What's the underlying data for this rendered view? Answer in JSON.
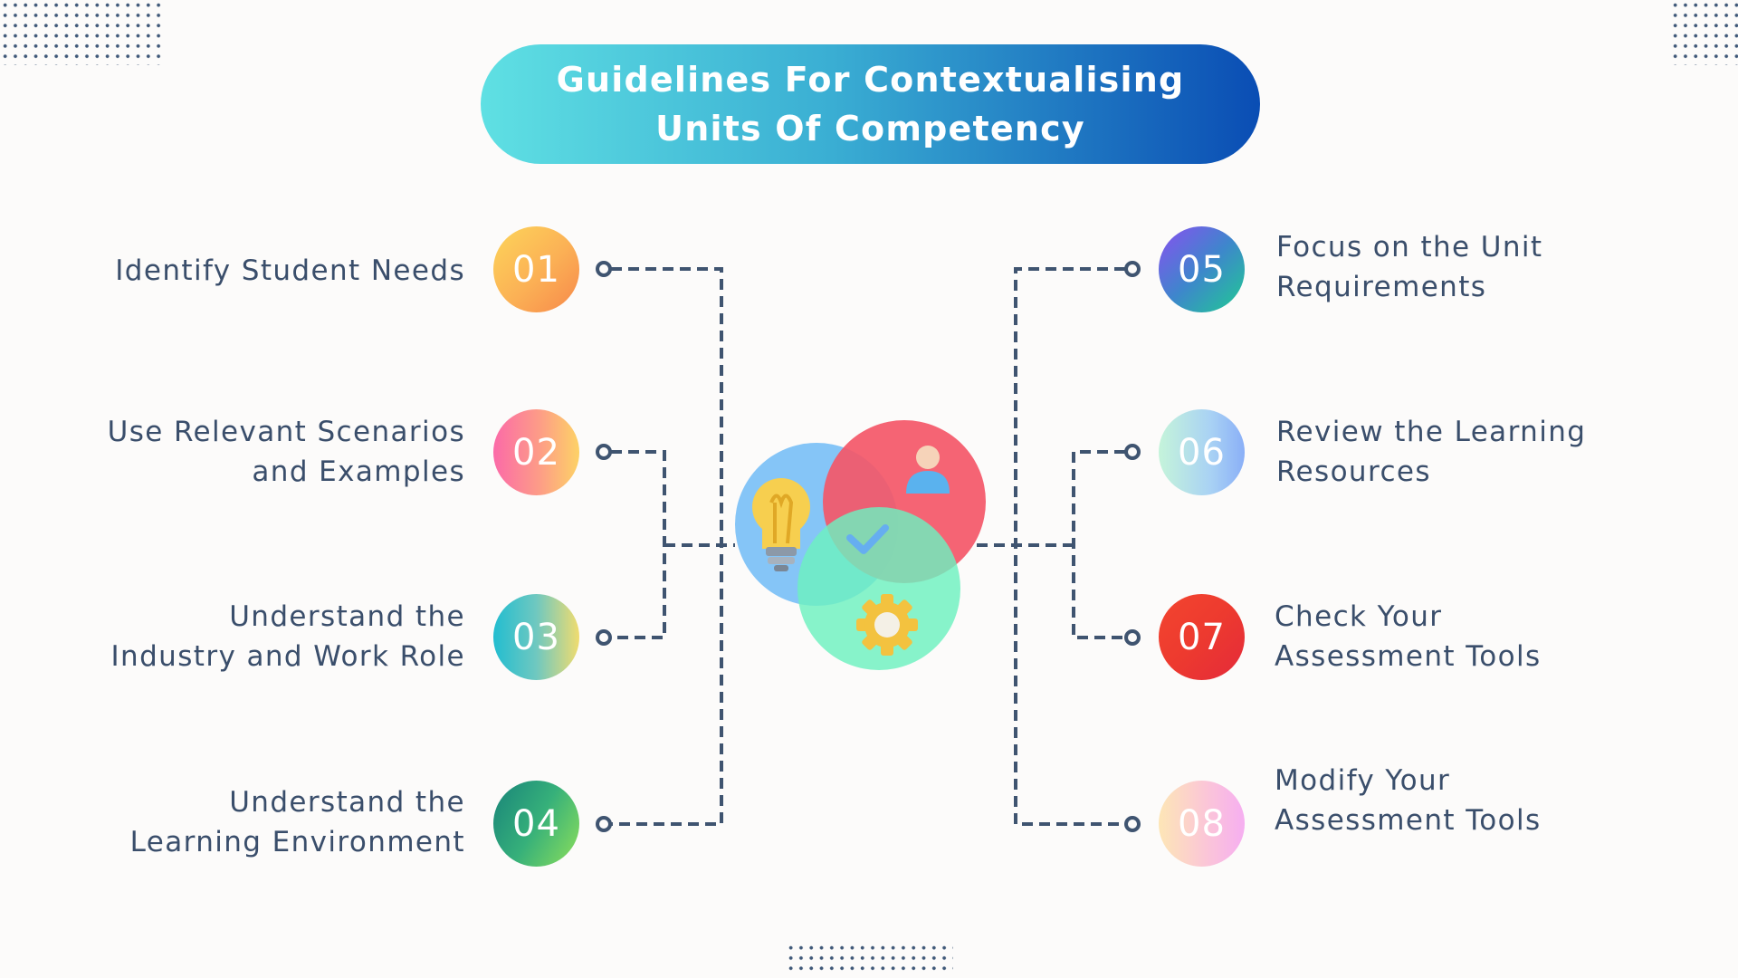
{
  "title": {
    "line1": "Guidelines For Contextualising",
    "line2": "Units Of Competency"
  },
  "items": [
    {
      "number": "01",
      "label_lines": [
        "Identify Student Needs"
      ]
    },
    {
      "number": "02",
      "label_lines": [
        "Use Relevant Scenarios",
        "and Examples"
      ]
    },
    {
      "number": "03",
      "label_lines": [
        "Understand the",
        "Industry and Work Role"
      ]
    },
    {
      "number": "04",
      "label_lines": [
        "Understand the",
        "Learning Environment"
      ]
    },
    {
      "number": "05",
      "label_lines": [
        "Focus on the Unit",
        "Requirements"
      ]
    },
    {
      "number": "06",
      "label_lines": [
        "Review the Learning",
        "Resources"
      ]
    },
    {
      "number": "07",
      "label_lines": [
        "Check Your",
        "Assessment Tools"
      ]
    },
    {
      "number": "08",
      "label_lines": [
        "Modify Your",
        "Assessment Tools"
      ]
    }
  ],
  "central_graphic": {
    "icons": [
      "lightbulb-icon",
      "person-icon",
      "checkmark-icon",
      "gear-icon"
    ],
    "colors": {
      "blue": "#7ec2f7",
      "red": "#f45768",
      "green": "#6cf0bf"
    }
  },
  "colors": {
    "text": "#3a4e6b",
    "connector": "#3f5470",
    "background": "#fcfbfa"
  }
}
